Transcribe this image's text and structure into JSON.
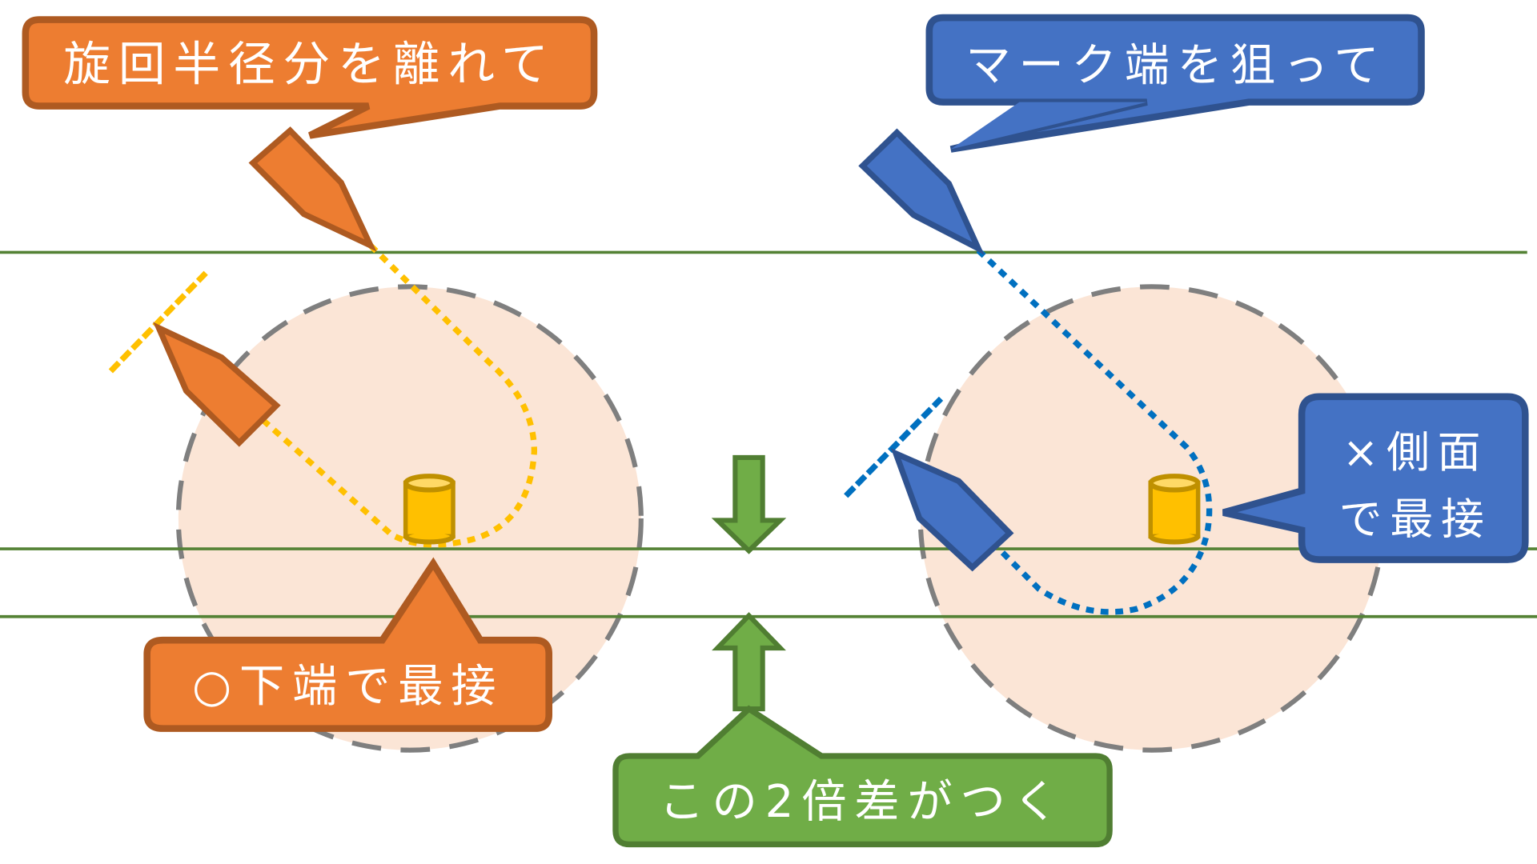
{
  "title": "Mark rounding: approach comparison",
  "colors": {
    "orange_fill": "#ED7D31",
    "orange_stroke": "#AE5A21",
    "blue_fill": "#4472C4",
    "blue_stroke": "#2F528F",
    "green_fill": "#70AD47",
    "green_stroke": "#507E32",
    "mark_fill": "#FFC000",
    "mark_stroke": "#BF9000",
    "turning_circle_fill": "#FBE5D6",
    "turning_circle_stroke": "#7F7F7F",
    "orange_path": "#FFC000",
    "blue_path": "#0070C0"
  },
  "callouts": {
    "left_top": "旋回半径分を離れて",
    "right_top": "マーク端を狙って",
    "right_side_line1": "×側面",
    "right_side_line2": "で最接",
    "left_bottom": "○下端で最接",
    "center_bottom": "この2倍差がつく"
  },
  "scenarios": [
    {
      "name": "wide-approach",
      "approach": "turning radius away",
      "closest_point": "bottom edge",
      "result": "good"
    },
    {
      "name": "tight-approach",
      "approach": "aim at mark edge",
      "closest_point": "side",
      "result": "bad"
    }
  ]
}
